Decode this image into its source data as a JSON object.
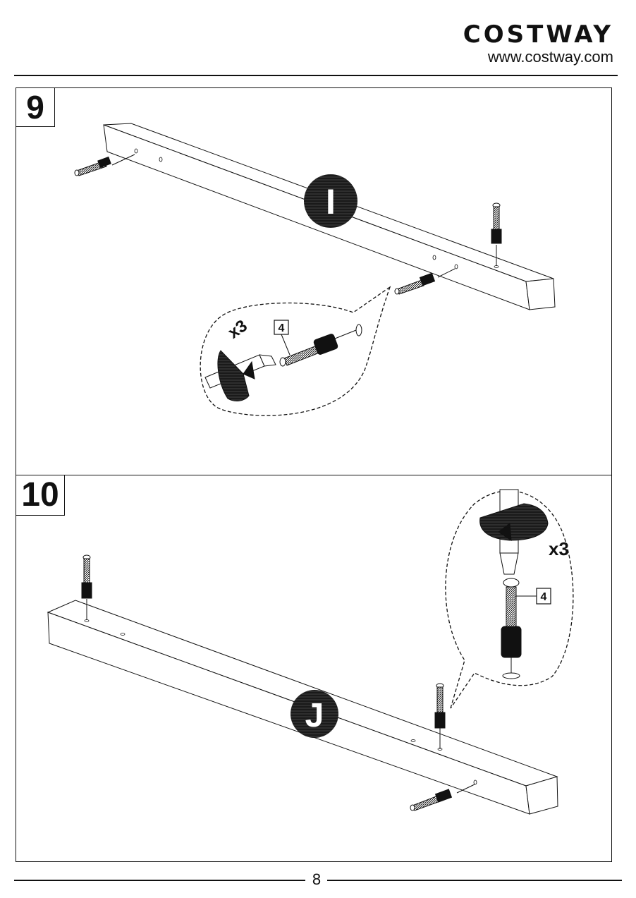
{
  "header": {
    "brand": "COSTWAY",
    "url": "www.costway.com"
  },
  "steps": [
    {
      "number": "9",
      "panel_letter": "I",
      "multiplier": "x3",
      "part_number": "4"
    },
    {
      "number": "10",
      "panel_letter": "J",
      "multiplier": "x3",
      "part_number": "4"
    }
  ],
  "footer": {
    "page": "8"
  }
}
